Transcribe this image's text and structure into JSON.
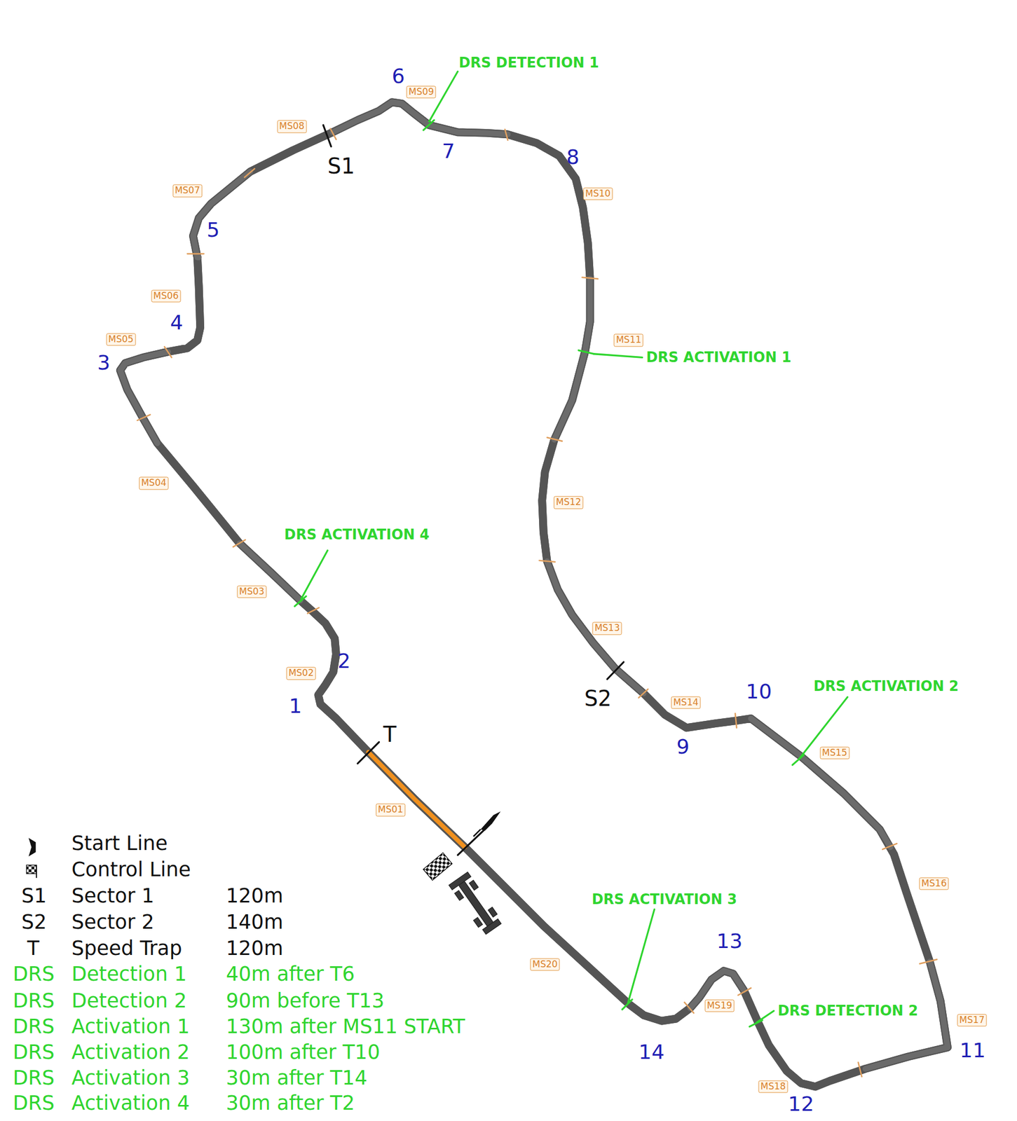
{
  "diagram": {
    "nodes": [
      {
        "text": [
          "MS01"
        ]
      },
      {
        "text": [
          "MS02"
        ]
      },
      {
        "text": [
          "MS03"
        ]
      },
      {
        "text": [
          "MS04"
        ]
      },
      {
        "text": [
          "MS05"
        ]
      },
      {
        "text": [
          "MS06"
        ]
      },
      {
        "text": [
          "MS07"
        ]
      },
      {
        "text": [
          "MS08"
        ]
      },
      {
        "text": [
          "MS09"
        ]
      },
      {
        "text": [
          "MS10"
        ]
      },
      {
        "text": [
          "MS11"
        ]
      },
      {
        "text": [
          "MS12"
        ]
      },
      {
        "text": [
          "MS13"
        ]
      },
      {
        "text": [
          "MS14"
        ]
      },
      {
        "text": [
          "MS15"
        ]
      },
      {
        "text": [
          "MS16"
        ]
      },
      {
        "text": [
          "MS17"
        ]
      },
      {
        "text": [
          "MS18"
        ]
      },
      {
        "text": [
          "MS19"
        ]
      },
      {
        "text": [
          "MS20"
        ]
      }
    ],
    "labels": [
      "6",
      "7",
      "8",
      "5",
      "4",
      "3",
      "2",
      "1",
      "10",
      "9",
      "13",
      "14",
      "12",
      "11",
      "S1",
      "S2",
      "T",
      "DRS DETECTION 1",
      "DRS ACTIVATION 1",
      "DRS ACTIVATION 4",
      "DRS ACTIVATION 2",
      "DRS ACTIVATION 3",
      "DRS DETECTION 2",
      "S1",
      "Sector 1",
      "120m",
      "S2",
      "Sector 2",
      "140m",
      "T",
      "Speed Trap",
      "120m",
      "DRS",
      "Detection 1",
      "40m after T6",
      "DRS",
      "Detection 2",
      "90m before T13",
      "DRS",
      "Activation 1",
      "130m after MS11 START",
      "DRS",
      "Activation 2",
      "100m after T10",
      "DRS",
      "Activation 3",
      "30m after T14",
      "DRS",
      "Activation 4",
      "30m after T2"
    ],
    "legend": [
      {
        "text": "Start Line"
      },
      {
        "text": "Control Line"
      }
    ]
  }
}
